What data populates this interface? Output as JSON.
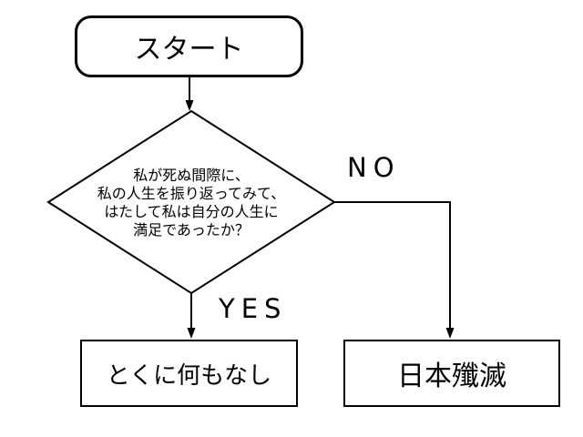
{
  "flowchart": {
    "start_label": "スタート",
    "decision": {
      "lines": [
        "私が死ぬ間際に、",
        "私の人生を振り返ってみて、",
        "はたして私は自分の人生に",
        "満足であったか？"
      ]
    },
    "yes_label": "YES",
    "no_label": "NO",
    "outcome_yes_label": "とくに何もなし",
    "outcome_no_label": "日本殲滅",
    "colors": {
      "stroke": "#000000",
      "background": "#ffffff"
    }
  }
}
